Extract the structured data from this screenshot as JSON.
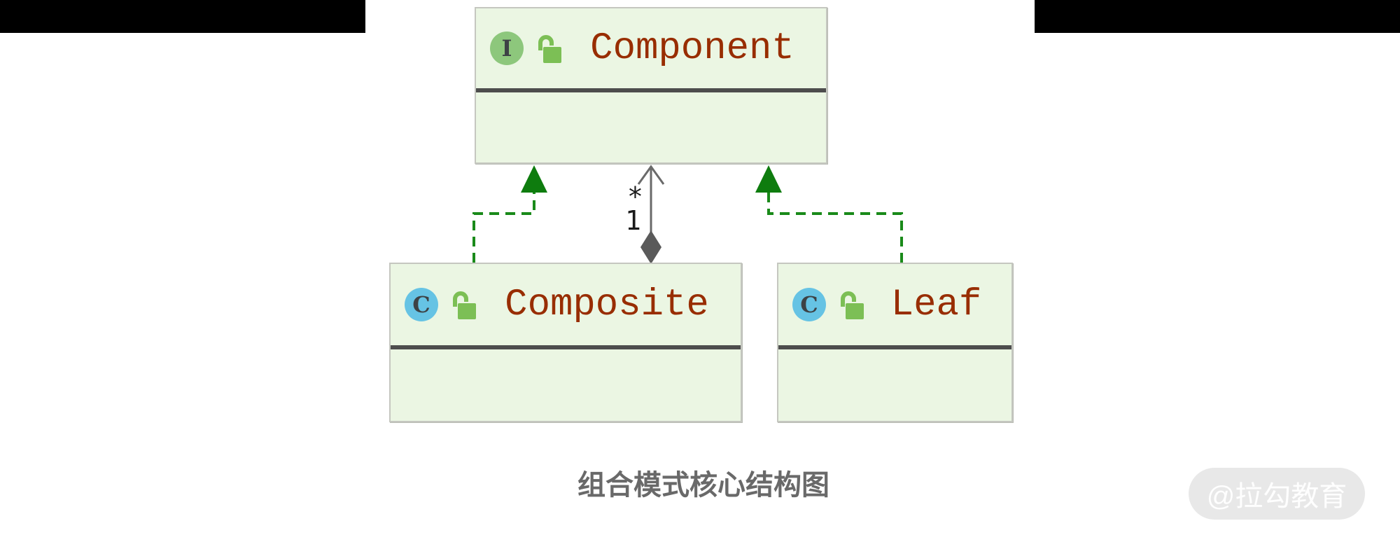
{
  "diagram": {
    "boxes": [
      {
        "name": "Component",
        "stereotype": "interface",
        "icon_letter": "I",
        "has_unlocked_padlock": true
      },
      {
        "name": "Composite",
        "stereotype": "class",
        "icon_letter": "C",
        "has_unlocked_padlock": true
      },
      {
        "name": "Leaf",
        "stereotype": "class",
        "icon_letter": "C",
        "has_unlocked_padlock": true
      }
    ],
    "relations": [
      {
        "type": "realization",
        "from": "Composite",
        "to": "Component",
        "style": "green-dashed-elbow-filled-triangle"
      },
      {
        "type": "realization",
        "from": "Leaf",
        "to": "Component",
        "style": "green-dashed-elbow-filled-triangle"
      },
      {
        "type": "aggregation",
        "from": "Composite",
        "to": "Component",
        "upper_label": "*",
        "lower_label": "1",
        "style": "solid-open-arrow-filled-diamond"
      }
    ],
    "aggregation": {
      "upper_label": "*",
      "lower_label": "1"
    }
  },
  "caption": {
    "text": "组合模式核心结构图"
  },
  "watermark": {
    "text": "@拉勾教育"
  },
  "theme": {
    "box_fill": "#ebf6e3",
    "box_border": "#c5c7c0",
    "separator": "#4d4d4d",
    "class_name_color": "#982d00",
    "interface_badge": "#8dc77c",
    "class_badge": "#66c3e4",
    "padlock_green": "#7cbf55",
    "realization_green": "#1a8a1a",
    "triangle_green": "#0e7c0e",
    "aggregation_gray": "#6a6a6a",
    "diamond_gray": "#5a5a5a",
    "caption_color": "#696969",
    "letterbox": "#000000",
    "watermark_pill": "#e8e8e8"
  }
}
